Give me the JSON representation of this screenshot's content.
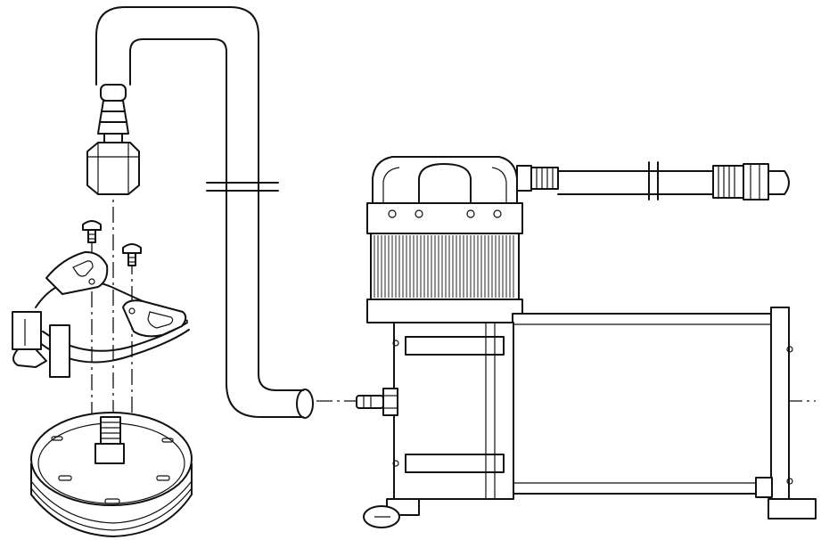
{
  "diagram": {
    "kind": "technical line drawing",
    "parts": [
      {
        "id": "air-hose",
        "icon": "hose"
      },
      {
        "id": "hose-barb-fitting",
        "icon": "fitting"
      },
      {
        "id": "mounting-screws",
        "icon": "screw"
      },
      {
        "id": "filter-bracket",
        "icon": "bracket"
      },
      {
        "id": "air-filter-housing",
        "icon": "filter"
      },
      {
        "id": "air-compressor",
        "icon": "compressor"
      },
      {
        "id": "leader-hose",
        "icon": "hose"
      }
    ],
    "colors": {
      "line": "#111111",
      "background": "#ffffff"
    }
  }
}
